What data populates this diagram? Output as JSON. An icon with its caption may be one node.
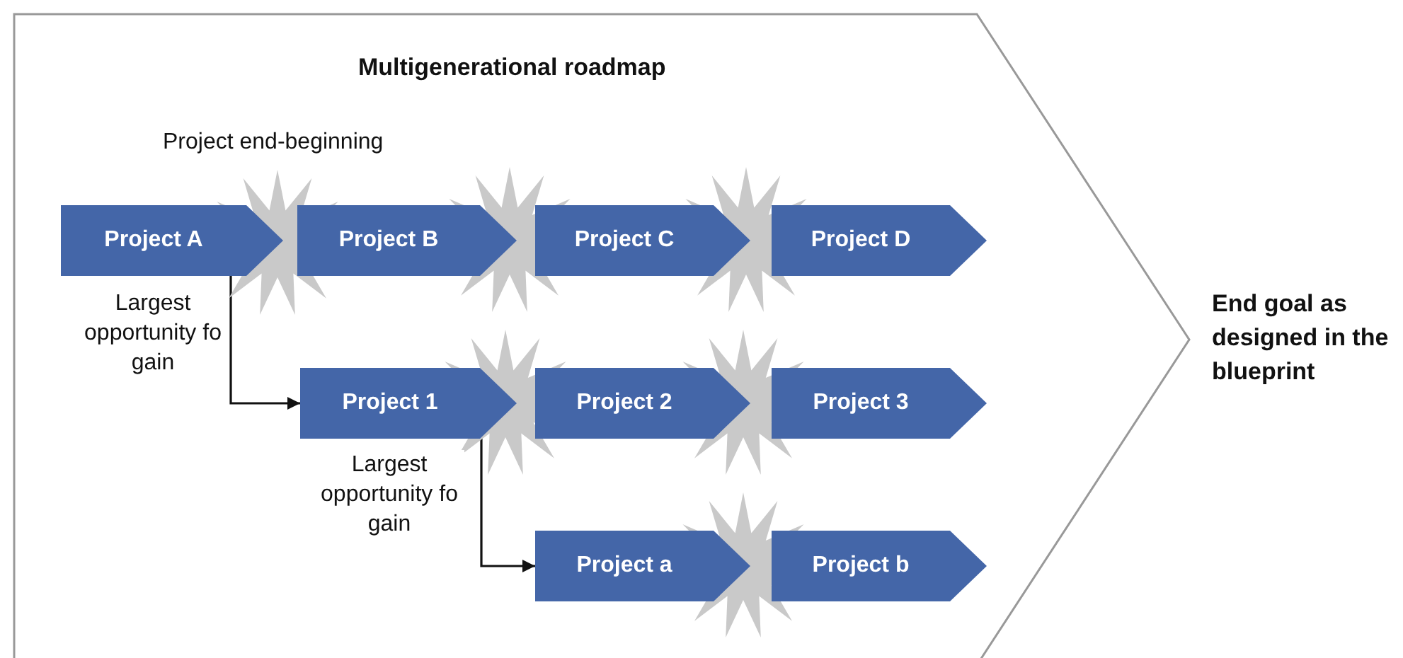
{
  "diagram": {
    "nodes": [
      {
        "text": [
          "Multigenerational roadmap"
        ],
        "beside": [
          "End goal as designed in the blueprint"
        ]
      },
      {
        "text": [
          "Project A"
        ],
        "in": 0
      },
      {
        "text": [
          "Project B"
        ],
        "in": 0
      },
      {
        "text": [
          "Project C"
        ],
        "in": 0
      },
      {
        "text": [
          "Project D"
        ],
        "in": 0
      },
      {
        "text": [
          "Project 1"
        ],
        "in": 0
      },
      {
        "text": [
          "Project 2"
        ],
        "in": 0
      },
      {
        "text": [
          "Project 3"
        ],
        "in": 0
      },
      {
        "text": [
          "Project a"
        ],
        "in": 0
      },
      {
        "text": [
          "Project b"
        ],
        "in": 0
      }
    ],
    "edges": [
      {
        "from": 1,
        "to": 5,
        "arrow": "to",
        "label": "Largest opportunity fo gain"
      },
      {
        "from": 5,
        "to": 8,
        "arrow": "to",
        "label": "Largest opportunity fo gain"
      }
    ],
    "labels": [
      "Project end-beginning"
    ]
  }
}
